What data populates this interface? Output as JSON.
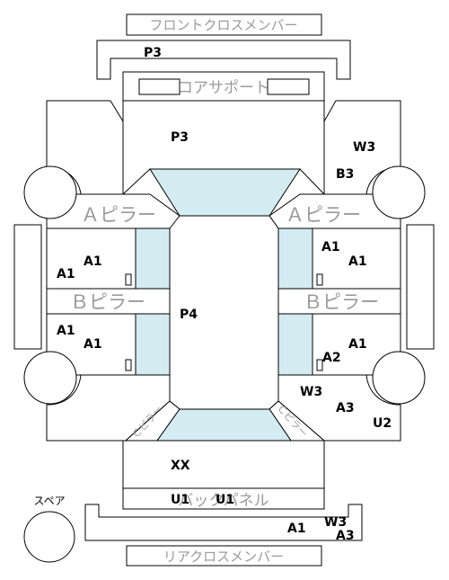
{
  "labels": {
    "front_cross_member": "フロントクロスメンバー",
    "core_support": "コアサポート",
    "a_pillar_left": "Ａピラー",
    "a_pillar_right": "Ａピラー",
    "b_pillar_left": "Ｂピラー",
    "b_pillar_right": "Ｂピラー",
    "back_panel": "バックパネル",
    "rear_cross_member": "リアクロスメンバー",
    "spare": "スペア",
    "c_pillar_left": "Ｃピラー",
    "c_pillar_right": "Ｃピラー"
  },
  "codes": {
    "p3_front": "P3",
    "p3_hood": "P3",
    "w3_front_right": "W3",
    "b3_front_right": "B3",
    "a1_fl_1": "A1",
    "a1_fl_2": "A1",
    "a1_fr_1": "A1",
    "a1_fr_2": "A1",
    "p4_roof": "P4",
    "a1_rl_1": "A1",
    "a1_rl_2": "A1",
    "a1_rr": "A1",
    "a2_rr": "A2",
    "w3_rear_right": "W3",
    "a3_rear_right": "A3",
    "u2_rear_right": "U2",
    "xx_trunk": "XX",
    "u1_back_1": "U1",
    "u1_back_2": "U1",
    "a1_bumper": "A1",
    "w3_bumper": "W3",
    "a3_bumper": "A3"
  }
}
